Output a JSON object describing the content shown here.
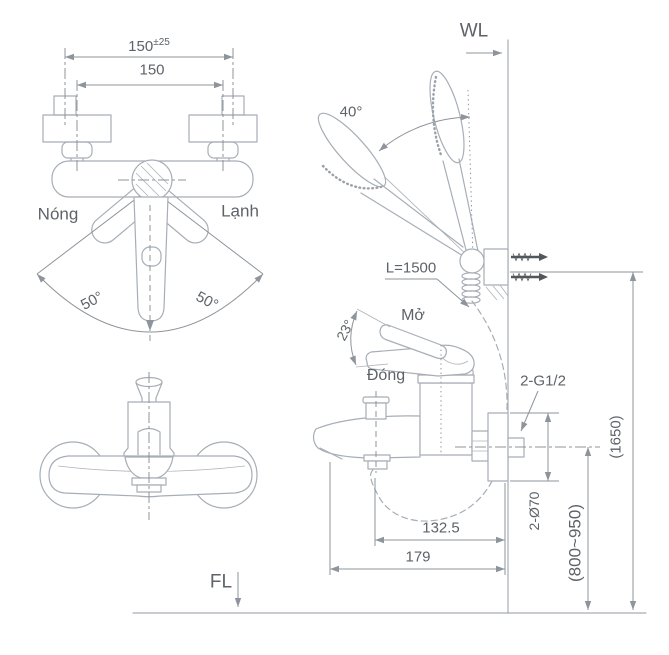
{
  "colors": {
    "drawing_line": "#a7aeb6",
    "dimension_line": "#8d949b",
    "text": "#5d6369",
    "screw": "#52575c",
    "background": "#ffffff"
  },
  "front_view": {
    "dim_mount_spacing": {
      "base": "150",
      "sup": "±25"
    },
    "dim_inlet_spacing": "150",
    "hot_label": "Nóng",
    "cold_label": "Lạnh",
    "handle_swing_left": "50°",
    "handle_swing_right": "50°"
  },
  "side_view": {
    "wall_line_label": "WL",
    "floor_line_label": "FL",
    "shower_pivot_angle": "40°",
    "hose_length_label": "L=1500",
    "lever_open_label": "Mở",
    "lever_closed_label": "Đóng",
    "lever_open_angle": "23°",
    "connection_thread_label": "2-G1/2",
    "escutcheon_label": "2-Ø70",
    "mixer_height_range": "(800~950)",
    "overall_height": "(1650)",
    "dim_diverter_offset": "132.5",
    "dim_spout_reach": "179"
  }
}
